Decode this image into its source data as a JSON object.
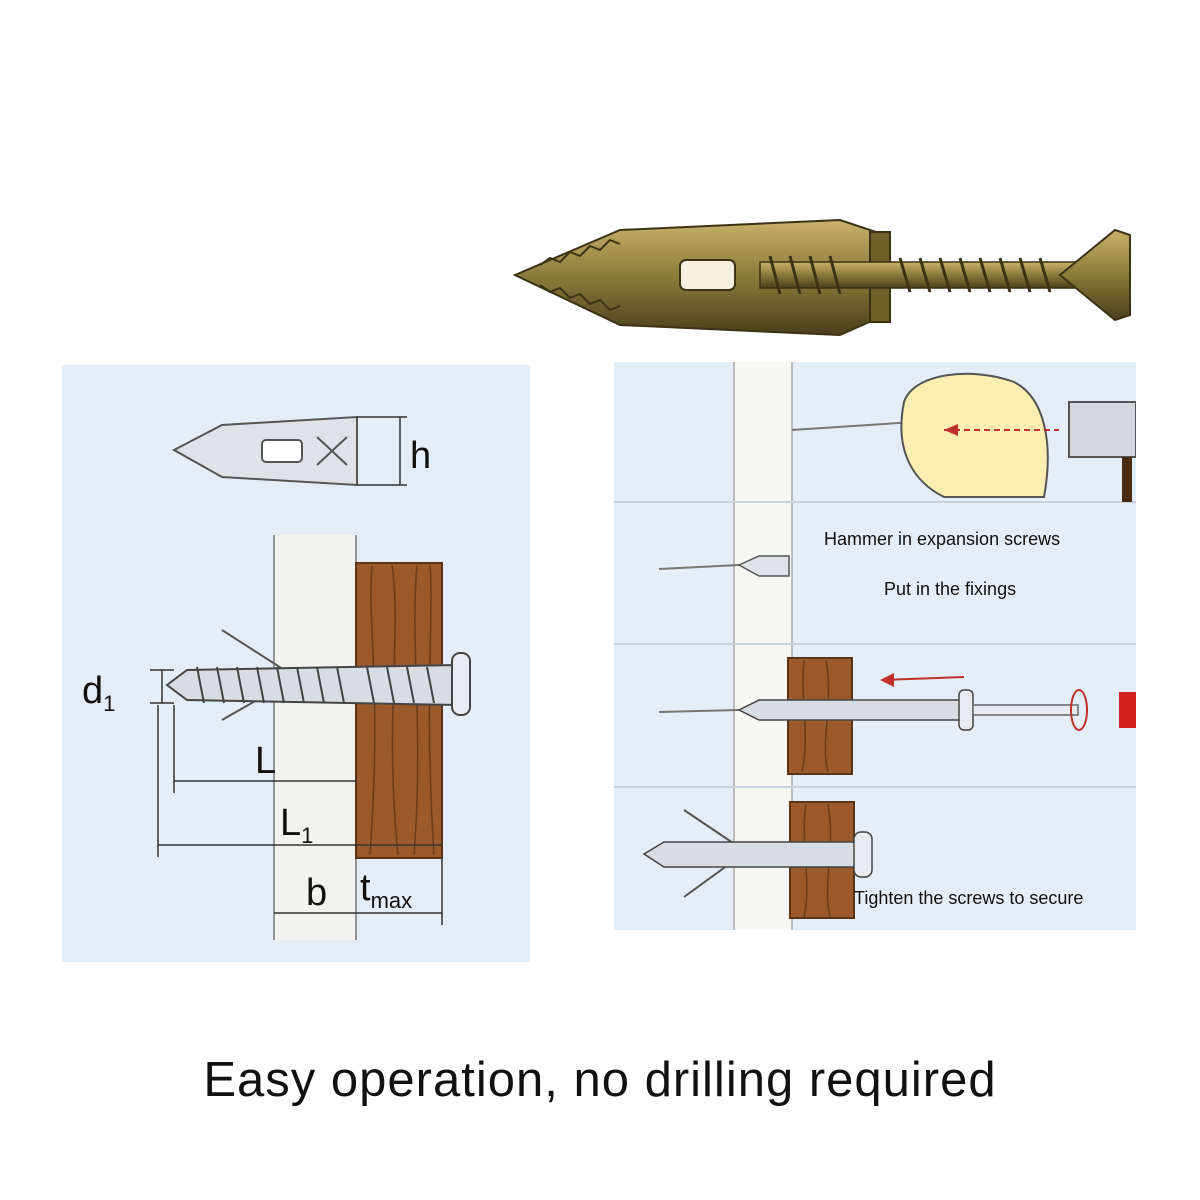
{
  "diagram": {
    "dimension_labels": {
      "h": "h",
      "d1_main": "d",
      "d1_sub": "1",
      "L": "L",
      "L1_main": "L",
      "L1_sub": "1",
      "b": "b",
      "tmax_main": "t",
      "tmax_sub": "max"
    },
    "steps": [
      {
        "text": "Hammer in expansion screws"
      },
      {
        "text": "Put in the fixings"
      },
      {
        "text": "Tighten the screws to secure"
      }
    ]
  },
  "caption": "Easy operation, no drilling required",
  "colors": {
    "panel_bg": "#e3eef8",
    "wood": "#9a5a2c",
    "wall": "#f2f2ee",
    "metal": "#8a7a3a",
    "arrow_red": "#c0302a",
    "handle_red": "#d42020"
  }
}
